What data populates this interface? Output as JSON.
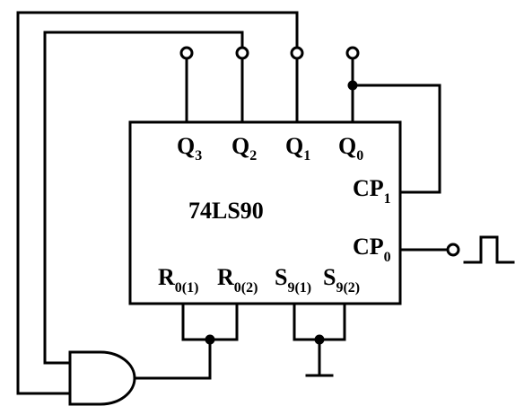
{
  "chip": {
    "name": "74LS90"
  },
  "pins": {
    "q3": {
      "main": "Q",
      "sub": "3"
    },
    "q2": {
      "main": "Q",
      "sub": "2"
    },
    "q1": {
      "main": "Q",
      "sub": "1"
    },
    "q0": {
      "main": "Q",
      "sub": "0"
    },
    "cp1": {
      "main": "CP",
      "sub": "1"
    },
    "cp0": {
      "main": "CP",
      "sub": "0"
    },
    "r01": {
      "main": "R",
      "sub": "0(1)"
    },
    "r02": {
      "main": "R",
      "sub": "0(2)"
    },
    "s91": {
      "main": "S",
      "sub": "9(1)"
    },
    "s92": {
      "main": "S",
      "sub": "9(2)"
    }
  },
  "colors": {
    "stroke": "#000000",
    "background": "#ffffff"
  }
}
